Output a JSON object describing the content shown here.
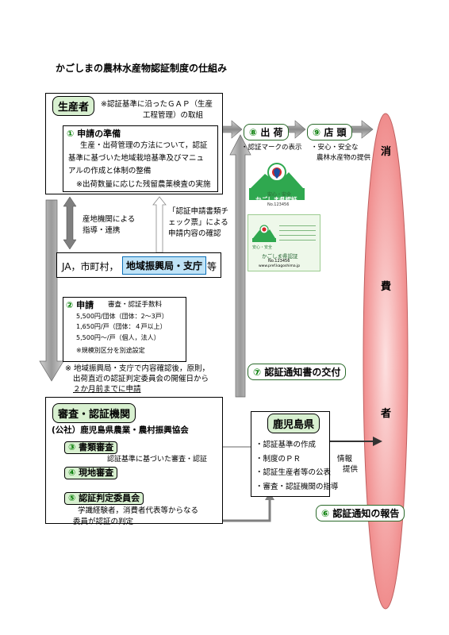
{
  "title": "かごしまの農林水産物認証制度の仕組み",
  "producer": {
    "tag": "生産者",
    "gap_line1": "※認証基準に沿ったＧＡＰ（生産",
    "gap_line2": "工程管理）の取組",
    "step1_num": "①",
    "step1_label": "申請の準備",
    "desc1": "生産・出荷管理の方法について，認証",
    "desc2": "基準に基づいた地域栽培基準及びマニュ",
    "desc3": "アルの作成と体制の整備",
    "desc4": "※出荷数量に応じた残留農薬検査の実施"
  },
  "shipping": {
    "step8_num": "⑧",
    "step8_label": "出 荷",
    "step9_num": "⑨",
    "step9_label": "店 頭",
    "mark_note": "・認証マークの表示",
    "safe_line1": "・安心・安全な",
    "safe_line2": "農林水産物の提供"
  },
  "logo1": {
    "line1": "安心・安全",
    "line2": "かごしま県認証",
    "number": "No.123456"
  },
  "logo2": {
    "brand1": "安心・安全",
    "name": "かごしま県認証",
    "number": "No.123456",
    "url": "www.pref.kagoshima.jp"
  },
  "consumer": {
    "c1": "消",
    "c2": "費",
    "c3": "者"
  },
  "guidance": {
    "line1": "産地機関による",
    "line2": "指導・連携"
  },
  "checklist": {
    "line1": "「認証申請書類チ",
    "line2": "ェック票」による",
    "line3": "申請内容の確認"
  },
  "ja": {
    "prefix": "JA，市町村，",
    "highlight": "地域振興局・支庁",
    "suffix": "等"
  },
  "application": {
    "step2_num": "②",
    "step2_label": "申請",
    "fee_title": "審査・認証手数料",
    "fee1": "5,500円/団体（団体：2～3戸）",
    "fee2": "1,650円/戸（団体：４戸以上）",
    "fee3": "5,500円～/戸（個人，法人）",
    "fee4": "※規模別区分を別途設定"
  },
  "note": {
    "line1": "※ 地域振興局・支庁で内容確認後，原則，",
    "line2": "出荷直近の認証判定委員会の開催日から",
    "line3": "２か月前までに申請"
  },
  "step7": {
    "num": "⑦",
    "label": "認証通知書の交付"
  },
  "review": {
    "tag": "審査・認証機関",
    "org": "(公社）鹿児島県農業・農村振興協会",
    "step3_num": "③",
    "step3_label": "書類審査",
    "review_note": "認証基準に基づいた審査・認証",
    "step4_num": "④",
    "step4_label": "現地審査",
    "step5_num": "⑤",
    "step5_label": "認証判定委員会",
    "committee1": "学識経験者，消費者代表等からなる",
    "committee2": "委員が認証の判定"
  },
  "prefecture": {
    "tag": "鹿児島県",
    "item1": "・認証基準の作成",
    "item2": "・制度のＰＲ",
    "item3": "・認証生産者等の公表",
    "item4": "・審査・認証機関の指導"
  },
  "info": {
    "line1": "情報",
    "line2": "提供"
  },
  "step6": {
    "num": "⑥",
    "label": "認証通知の報告"
  },
  "colors": {
    "green_tag": "#d8f0d0",
    "consumer_fill": "#f4a0a0",
    "accent_green": "#007a00",
    "blue_box": "#bfe3f7"
  }
}
